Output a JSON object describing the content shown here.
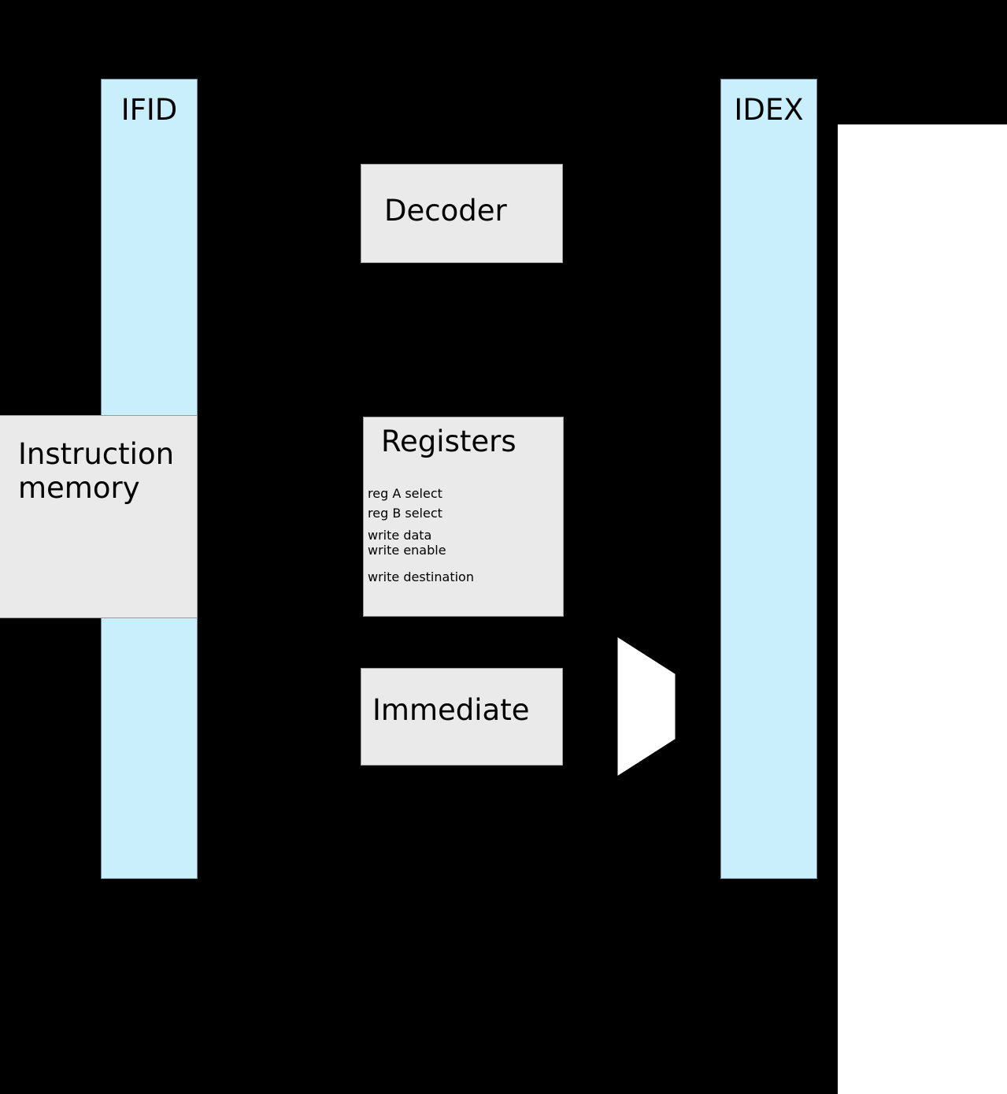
{
  "diagram": {
    "title_visible": false,
    "colors": {
      "background": "#000000",
      "page": "#ffffff",
      "pipeline_register_fill": "#c9eefc",
      "pipeline_register_stroke": "#6f8a96",
      "unit_fill": "#eaeaea",
      "unit_stroke": "#9a9a9a",
      "mux_fill": "#ffffff",
      "text": "#000000"
    },
    "pipeline_registers": [
      {
        "id": "ifid",
        "label": "IFID"
      },
      {
        "id": "idex",
        "label": "IDEX"
      }
    ],
    "units": [
      {
        "id": "instruction-memory",
        "label": "Instruction\nmemory"
      },
      {
        "id": "decoder",
        "label": "Decoder"
      },
      {
        "id": "registers",
        "label": "Registers",
        "ports": [
          "reg A select",
          "reg B select",
          "write data",
          "write enable",
          "write destination"
        ]
      },
      {
        "id": "immediate",
        "label": "Immediate"
      }
    ],
    "mux": {
      "id": "operand-mux",
      "label": ""
    }
  }
}
